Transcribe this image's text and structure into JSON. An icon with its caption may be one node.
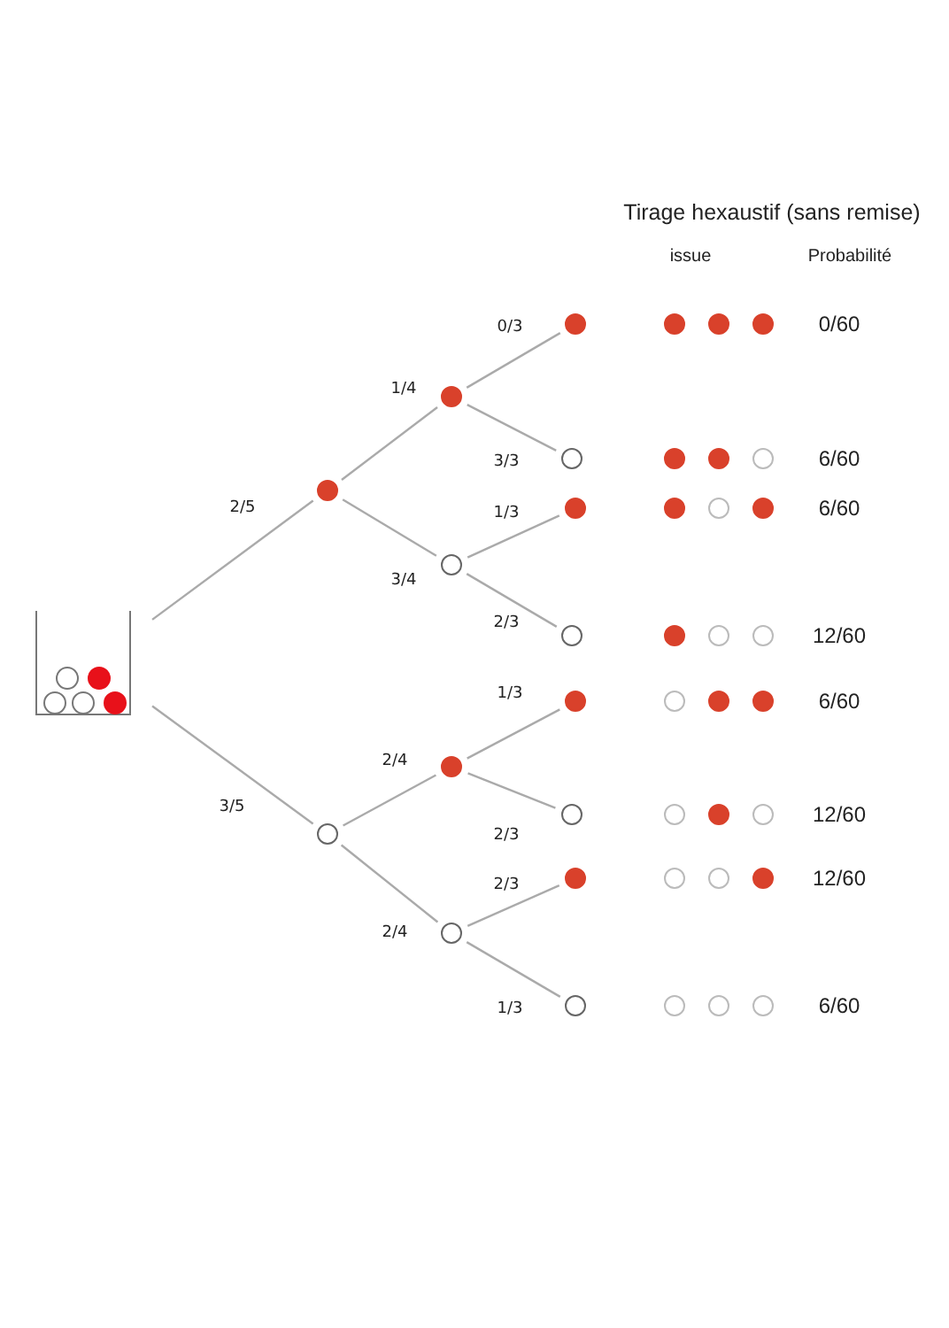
{
  "diagram": {
    "title": "Tirage hexaustif (sans remise)",
    "nodes": [
      {
        "text": [],
        "shape": "picture"
      },
      {
        "text": [],
        "shape": "dot"
      },
      {
        "text": [],
        "shape": "circle"
      },
      {
        "text": [],
        "shape": "dot"
      },
      {
        "text": [],
        "shape": "circle"
      },
      {
        "text": [],
        "shape": "dot"
      },
      {
        "text": [],
        "shape": "circle"
      },
      {
        "text": [],
        "shape": "dot"
      },
      {
        "text": [],
        "shape": "circle"
      },
      {
        "text": [],
        "shape": "dot"
      },
      {
        "text": [],
        "shape": "circle"
      },
      {
        "text": [],
        "shape": "dot"
      },
      {
        "text": [],
        "shape": "circle"
      },
      {
        "text": [],
        "shape": "dot"
      },
      {
        "text": [],
        "shape": "circle"
      }
    ],
    "edges": [
      {
        "from": 0,
        "to": 1,
        "arrow": "none",
        "label": "2/5"
      },
      {
        "from": 0,
        "to": 2,
        "arrow": "none",
        "label": "3/5"
      },
      {
        "from": 1,
        "to": 3,
        "arrow": "none",
        "label": "1/4"
      },
      {
        "from": 1,
        "to": 4,
        "arrow": "none",
        "label": "3/4"
      },
      {
        "from": 2,
        "to": 5,
        "arrow": "none",
        "label": "2/4"
      },
      {
        "from": 2,
        "to": 6,
        "arrow": "none",
        "label": "2/4"
      },
      {
        "from": 3,
        "to": 7,
        "arrow": "none",
        "label": "0/3"
      },
      {
        "from": 3,
        "to": 8,
        "arrow": "none",
        "label": "3/3"
      },
      {
        "from": 4,
        "to": 9,
        "arrow": "none",
        "label": "1/3"
      },
      {
        "from": 4,
        "to": 10,
        "arrow": "none",
        "label": "2/3"
      },
      {
        "from": 5,
        "to": 11,
        "arrow": "none",
        "label": "1/3"
      },
      {
        "from": 5,
        "to": 12,
        "arrow": "none",
        "label": "2/3"
      },
      {
        "from": 6,
        "to": 13,
        "arrow": "none",
        "label": "2/3"
      },
      {
        "from": 6,
        "to": 14,
        "arrow": "none",
        "label": "1/3"
      }
    ],
    "labels": [
      "issue",
      "Probabilité",
      "0/60",
      "6/60",
      "6/60",
      "12/60",
      "6/60",
      "12/60",
      "12/60",
      "6/60"
    ]
  }
}
